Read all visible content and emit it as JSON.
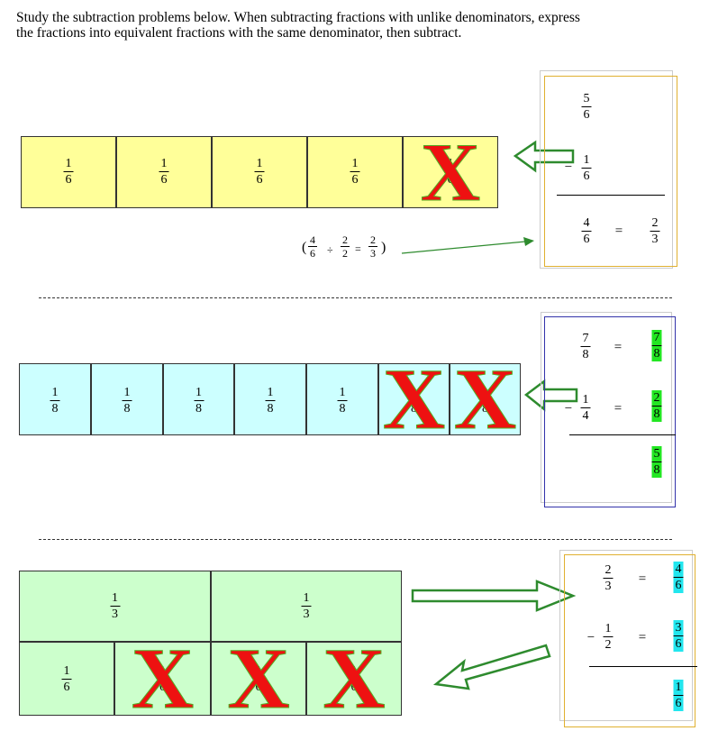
{
  "instructions": "Study the subtraction problems below.  When subtracting fractions with unlike denominators, express the fractions into equivalent fractions with the same denominator, then subtract.",
  "problem1": {
    "cells": [
      {
        "n": "1",
        "d": "6"
      },
      {
        "n": "1",
        "d": "6"
      },
      {
        "n": "1",
        "d": "6"
      },
      {
        "n": "1",
        "d": "6"
      },
      {
        "n": "1",
        "d": "6"
      }
    ],
    "crossed_mark": "X",
    "minuend": {
      "n": "5",
      "d": "6"
    },
    "subtrahend": {
      "n": "1",
      "d": "6"
    },
    "operator": "−",
    "difference": {
      "n": "4",
      "d": "6"
    },
    "equals": "=",
    "simplified": {
      "n": "2",
      "d": "3"
    },
    "simplify_note": {
      "open": "(",
      "a": {
        "n": "4",
        "d": "6"
      },
      "div": "÷",
      "b": {
        "n": "2",
        "d": "2"
      },
      "eq": "=",
      "c": {
        "n": "2",
        "d": "3"
      },
      "close": ")"
    }
  },
  "problem2": {
    "cells": [
      {
        "n": "1",
        "d": "8"
      },
      {
        "n": "1",
        "d": "8"
      },
      {
        "n": "1",
        "d": "8"
      },
      {
        "n": "1",
        "d": "8"
      },
      {
        "n": "1",
        "d": "8"
      },
      {
        "n": "1",
        "d": "8"
      },
      {
        "n": "1",
        "d": "8"
      }
    ],
    "crossed_mark": "X",
    "minuend": {
      "n": "7",
      "d": "8"
    },
    "minuend_eq": {
      "n": "7",
      "d": "8"
    },
    "subtrahend": {
      "n": "1",
      "d": "4"
    },
    "subtrahend_eq": {
      "n": "2",
      "d": "8"
    },
    "operator": "−",
    "equals": "=",
    "difference": {
      "n": "5",
      "d": "8"
    }
  },
  "problem3": {
    "top_cells": [
      {
        "n": "1",
        "d": "3"
      },
      {
        "n": "1",
        "d": "3"
      }
    ],
    "bottom_cells": [
      {
        "n": "1",
        "d": "6"
      },
      {
        "n": "1",
        "d": "6"
      },
      {
        "n": "1",
        "d": "6"
      },
      {
        "n": "1",
        "d": "6"
      }
    ],
    "crossed_mark": "X",
    "minuend": {
      "n": "2",
      "d": "3"
    },
    "minuend_eq": {
      "n": "4",
      "d": "6"
    },
    "subtrahend": {
      "n": "1",
      "d": "2"
    },
    "subtrahend_eq": {
      "n": "3",
      "d": "6"
    },
    "operator": "−",
    "equals": "=",
    "difference": {
      "n": "1",
      "d": "6"
    }
  },
  "colors": {
    "yellow_bar": "#ffff99",
    "blue_bar": "#ccffff",
    "green_bar": "#ccffcc",
    "highlight_green": "#22e622",
    "highlight_cyan": "#22e6ee",
    "cross_red": "#ee1111",
    "arrow_green": "#2e8b2e"
  }
}
